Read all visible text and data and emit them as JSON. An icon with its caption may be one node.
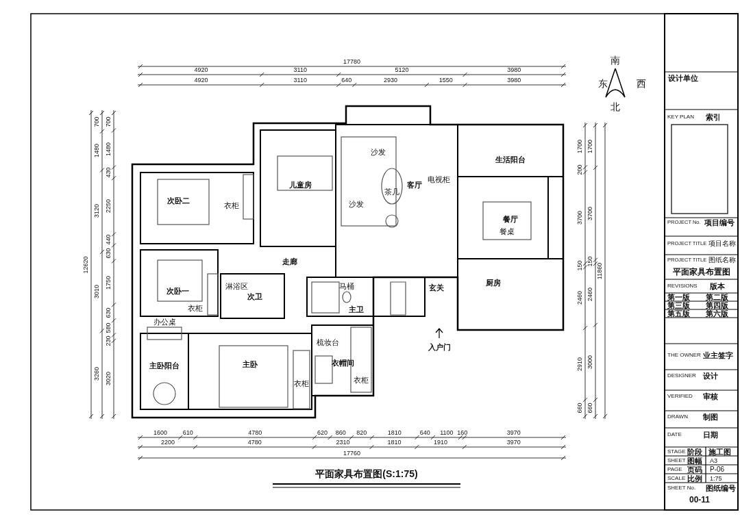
{
  "diagram": {
    "caption": "平面家具布置图(S:1:75)",
    "labels": [
      "南",
      "东",
      "西",
      "北",
      "17780",
      "4920",
      "3110",
      "5120",
      "3980",
      "4920",
      "3110",
      "640",
      "2930",
      "1550",
      "3980",
      "700",
      "1480",
      "3120",
      "3010",
      "3260",
      "700",
      "1480",
      "430",
      "2250",
      "440",
      "630",
      "1750",
      "630",
      "580",
      "230",
      "3020",
      "12620",
      "1700",
      "200",
      "3700",
      "150",
      "2460",
      "2910",
      "660",
      "1700",
      "3700",
      "150",
      "2460",
      "3000",
      "660",
      "11860",
      "1600",
      "610",
      "4780",
      "620",
      "860",
      "820",
      "1810",
      "640",
      "1100",
      "160",
      "3970",
      "2200",
      "4780",
      "2310",
      "1810",
      "1910",
      "3970",
      "17760",
      "次卧二",
      "儿童房",
      "客厅",
      "生活阳台",
      "餐厅",
      "走廊",
      "玄关",
      "厨房",
      "次卧一",
      "次卫",
      "主卫",
      "主卧阳台",
      "主卧",
      "衣帽间",
      "入户门",
      "沙发",
      "沙发",
      "茶几",
      "电视柜",
      "餐桌",
      "衣柜",
      "衣柜",
      "淋浴区",
      "马桶",
      "办公桌",
      "衣柜",
      "梳妆台",
      "衣柜",
      "设计单位",
      "KEY PLAN",
      "索引",
      "PROJECT No.",
      "项目编号",
      "PROJECT TITLE",
      "项目名称",
      "PROJECT TITLE",
      "图纸名称",
      "平面家具布置图",
      "REVISIONS",
      "版本",
      "第一版",
      "第二版",
      "第三版",
      "第四版",
      "第五版",
      "第六版",
      "THE OWNER",
      "业主签字",
      "DESIGNER",
      "设计",
      "VERIFIED",
      "审核",
      "DRAWN",
      "制图",
      "DATE",
      "日期",
      "STAGE",
      "阶段",
      "施工图",
      "SHEET",
      "图幅",
      "A3",
      "PAGE",
      "页码",
      "P-06",
      "SCALE",
      "比例",
      "1:75",
      "SHEET No.",
      "图纸编号",
      "00-11"
    ]
  }
}
